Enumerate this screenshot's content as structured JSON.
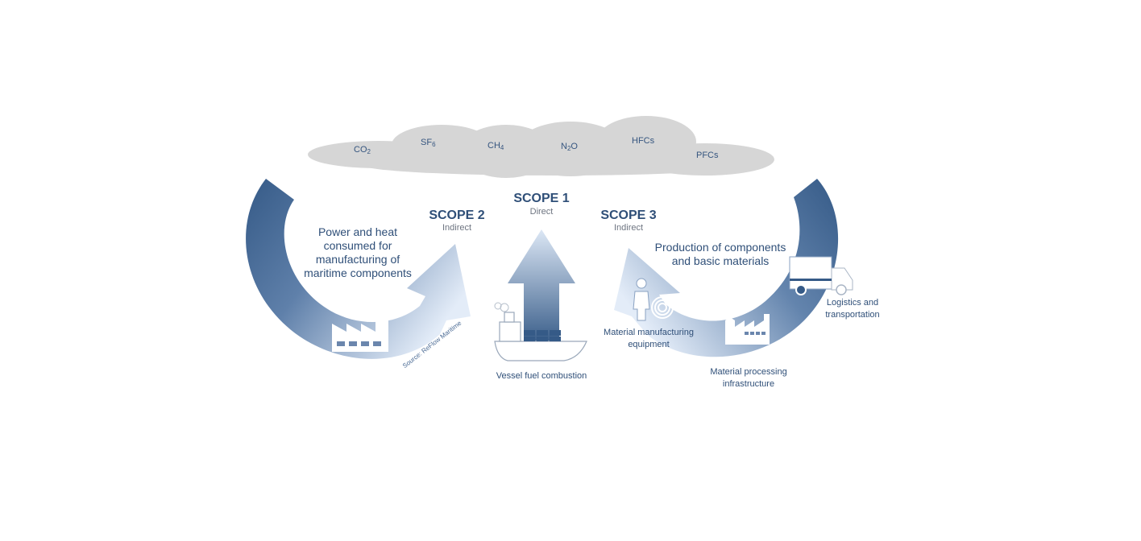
{
  "gases": [
    {
      "label": "CO",
      "sub": "2"
    },
    {
      "label": "SF",
      "sub": "6"
    },
    {
      "label": "CH",
      "sub": "4"
    },
    {
      "label": "N",
      "sub": "2",
      "tail": "O"
    },
    {
      "label": "HFCs"
    },
    {
      "label": "PFCs"
    }
  ],
  "scopes": {
    "scope1": {
      "title": "SCOPE 1",
      "subtitle": "Direct",
      "caption": "Vessel fuel combustion"
    },
    "scope2": {
      "title": "SCOPE 2",
      "subtitle": "Indirect",
      "caption": "Power and heat consumed for manufacturing of maritime components"
    },
    "scope3": {
      "title": "SCOPE 3",
      "subtitle": "Indirect",
      "caption": "Production of components and basic materials"
    }
  },
  "scope3_items": {
    "equipment": "Material manufacturing equipment",
    "infrastructure": "Material processing infrastructure",
    "logistics": "Logistics and transportation"
  },
  "source": "Source: ReFlow Maritime",
  "colors": {
    "dark_blue": "#355a87",
    "light_blue": "#dce7f5",
    "cloud": "#d6d6d6",
    "text": "#2f4f78"
  },
  "icons": [
    "cloud-icon",
    "factory-icon",
    "smoke-icon",
    "ship-icon",
    "worker-icon",
    "cable-coil-icon",
    "processing-plant-icon",
    "truck-icon"
  ]
}
